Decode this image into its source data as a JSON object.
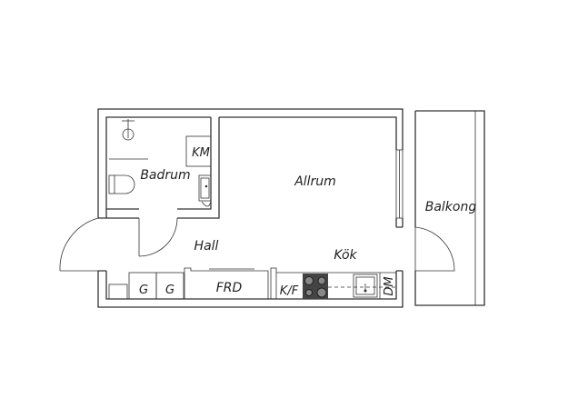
{
  "plan": {
    "rooms": {
      "badrum": "Badrum",
      "km": "KM",
      "allrum": "Allrum",
      "hall": "Hall",
      "kok": "Kök",
      "kf": "K/F",
      "frd": "FRD",
      "g1": "G",
      "g2": "G",
      "dm": "DM",
      "balkong": "Balkong"
    },
    "colors": {
      "wall": "#333333",
      "stove": "#444444"
    }
  }
}
